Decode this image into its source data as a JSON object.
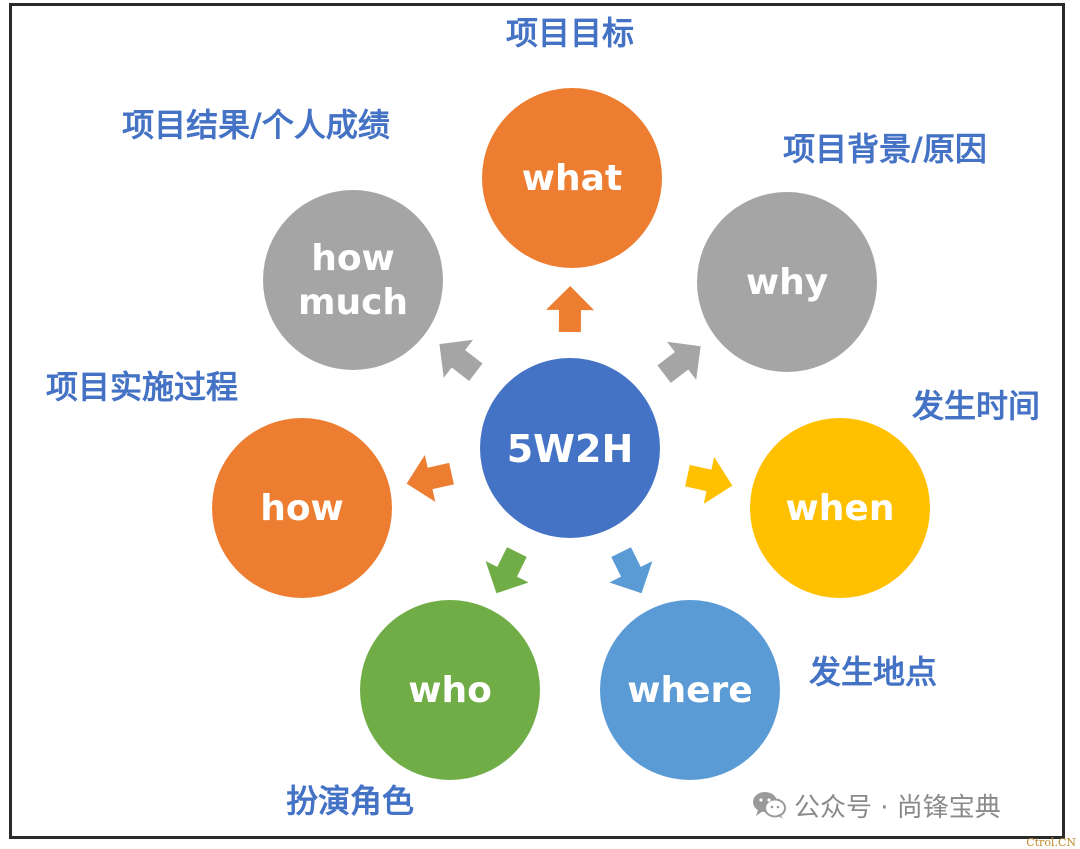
{
  "diagram": {
    "center": {
      "label": "5W2H",
      "color": "#4472C4"
    },
    "nodes": [
      {
        "id": "what",
        "label": "what",
        "caption": "项目目标",
        "color": "#ED7D31"
      },
      {
        "id": "why",
        "label": "why",
        "caption": "项目背景/原因",
        "color": "#A5A5A5"
      },
      {
        "id": "when",
        "label": "when",
        "caption": "发生时间",
        "color": "#FFC000"
      },
      {
        "id": "where",
        "label": "where",
        "caption": "发生地点",
        "color": "#5B9BD5"
      },
      {
        "id": "who",
        "label": "who",
        "caption": "扮演角色",
        "color": "#70AD47"
      },
      {
        "id": "how",
        "label": "how",
        "caption": "项目实施过程",
        "color": "#ED7D31"
      },
      {
        "id": "how-much",
        "label": "how much",
        "caption": "项目结果/个人成绩",
        "color": "#A5A5A5"
      }
    ],
    "caption_color": "#4472C4"
  },
  "watermark": {
    "icon": "wechat-icon",
    "text": "公众号 · 尚锋宝典"
  },
  "corner_mark": "Ctrol.CN"
}
